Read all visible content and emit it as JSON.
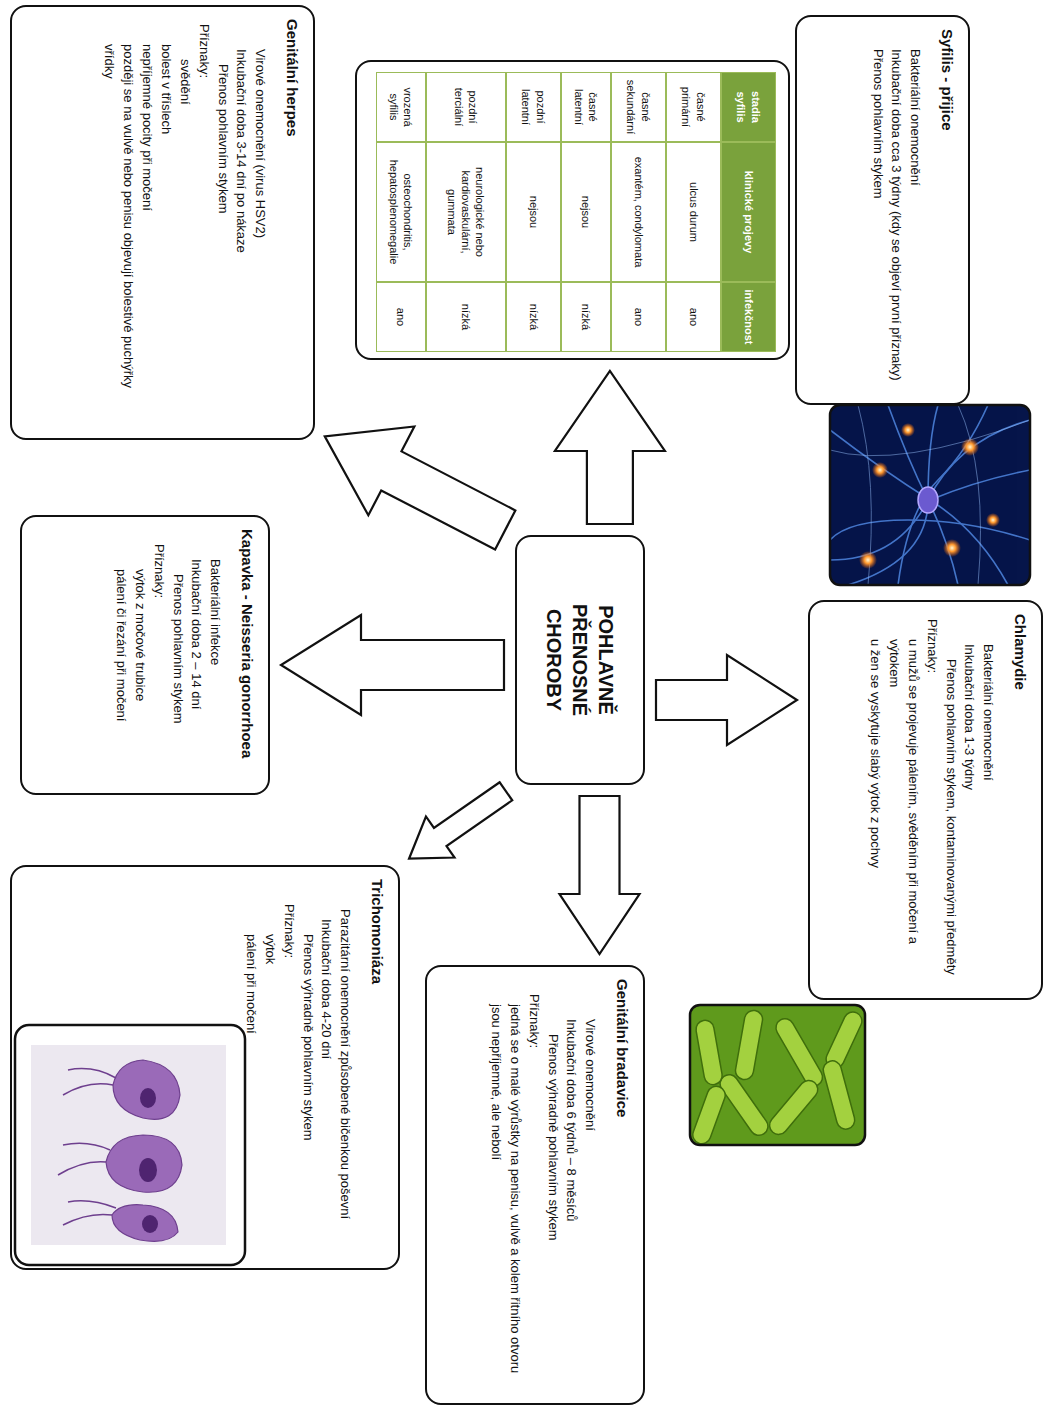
{
  "diagram": {
    "nodes": [
      {
        "text": [
          "Syfilis - přijice",
          "Bakteriální onemocnění",
          "Inkubační doba cca 3 týdny (kdy se objeví první příznaky)",
          "Přenos pohlavním stykem"
        ]
      },
      {
        "text": [
          "Chlamydie",
          "Bakteriální onemocnění",
          "Inkubační doba 1-3 týdny",
          "Přenos pohlavním stykem, kontaminovanými předměty",
          "Příznaky:",
          "u mužů se projevuje pálením, svěděním při močení a výtokem",
          "u žen se vyskytuje slabý výtok z pochvy"
        ]
      },
      {
        "text": []
      },
      {
        "text": [
          "stadia syfilis"
        ],
        "in": 2
      },
      {
        "text": [
          "klinické projevy"
        ],
        "in": 2
      },
      {
        "text": [
          "infekčnost"
        ],
        "in": 2
      },
      {
        "text": [
          "časné primární"
        ],
        "in": 2
      },
      {
        "text": [
          "ulcus durum"
        ],
        "in": 2
      },
      {
        "text": [
          "ano"
        ],
        "in": 2
      },
      {
        "text": [
          "časné sekundární"
        ],
        "in": 2
      },
      {
        "text": [
          "exantém, condylomata"
        ],
        "in": 2
      },
      {
        "text": [
          "ano"
        ],
        "in": 2
      },
      {
        "text": [
          "časné latentní"
        ],
        "in": 2
      },
      {
        "text": [
          "nejsou"
        ],
        "in": 2
      },
      {
        "text": [
          "nízká"
        ],
        "in": 2
      },
      {
        "text": [
          "pozdní latentní"
        ],
        "in": 2
      },
      {
        "text": [
          "nejsou"
        ],
        "in": 2
      },
      {
        "text": [
          "nízká"
        ],
        "in": 2
      },
      {
        "text": [
          "pozdní terciální"
        ],
        "in": 2
      },
      {
        "text": [
          "neurologické nebo kardiovaskulární, gummata"
        ],
        "in": 2
      },
      {
        "text": [
          "nízká"
        ],
        "in": 2
      },
      {
        "text": [
          "vrozená syfilis"
        ],
        "in": 2
      },
      {
        "text": [
          "osteochondritis, hepatosplenomegalie"
        ],
        "in": 2
      },
      {
        "text": [
          "ano"
        ],
        "in": 2
      },
      {
        "text": [
          "POHLAVNĚ PŘENOSNÉ CHOROBY"
        ]
      },
      {
        "text": [
          "Genitální bradavice",
          "Virové onemocnění",
          "Inkubační doba 6 týdnů – 8 měsíců",
          "Přenos výhradně pohlavním stykem",
          "Příznaky:",
          "jedná se o malé výrůstky na penisu, vulvě a kolem řitního otvoru jsou nepříjemné, ale nebolí"
        ]
      },
      {
        "text": [
          "Genitální herpes",
          "Virové onemocnění (virus HSV2)",
          "Inkubační doba 3-14 dní po nákaze",
          "Přenos pohlavním stykem",
          "Příznaky:",
          "svědění",
          "bolest v tříslech",
          "nepříjemné pocity při močení",
          "později se na vulvě nebo penisu objevují bolestivé puchýřky vřídky"
        ]
      },
      {
        "text": [
          "Kapavka - Neisseria gonorrhoea",
          "Bakteriální infekce",
          "Inkubační doba 2 – 14 dní",
          "Přenos pohlavním stykem",
          "Příznaky:",
          "výtok z močové trubice",
          "pálení či řezání při močení"
        ]
      },
      {
        "text": [
          "Trichomoniáza",
          "Parazitární onemocnění způsobené bičenkou poševní",
          "Inkubační doba 4-20 dní",
          "Přenos výhradně pohlavním stykem",
          "Příznaky:",
          "výtok",
          "pálení při močení"
        ]
      }
    ],
    "edges": [
      {
        "from": 24,
        "to": 2,
        "arrow": "to"
      },
      {
        "from": 24,
        "to": 26,
        "arrow": "to"
      },
      {
        "from": 24,
        "to": 27,
        "arrow": "to"
      },
      {
        "from": 24,
        "to": 1,
        "arrow": "to"
      },
      {
        "from": 24,
        "to": 25,
        "arrow": "to"
      },
      {
        "from": 24,
        "to": 28,
        "arrow": "to"
      }
    ]
  }
}
